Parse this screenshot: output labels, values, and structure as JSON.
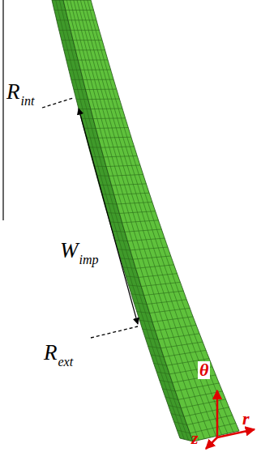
{
  "diagram": {
    "labels": [
      "R",
      "int",
      "W",
      "imp",
      "R",
      "ext",
      "θ",
      "r",
      "z"
    ]
  }
}
